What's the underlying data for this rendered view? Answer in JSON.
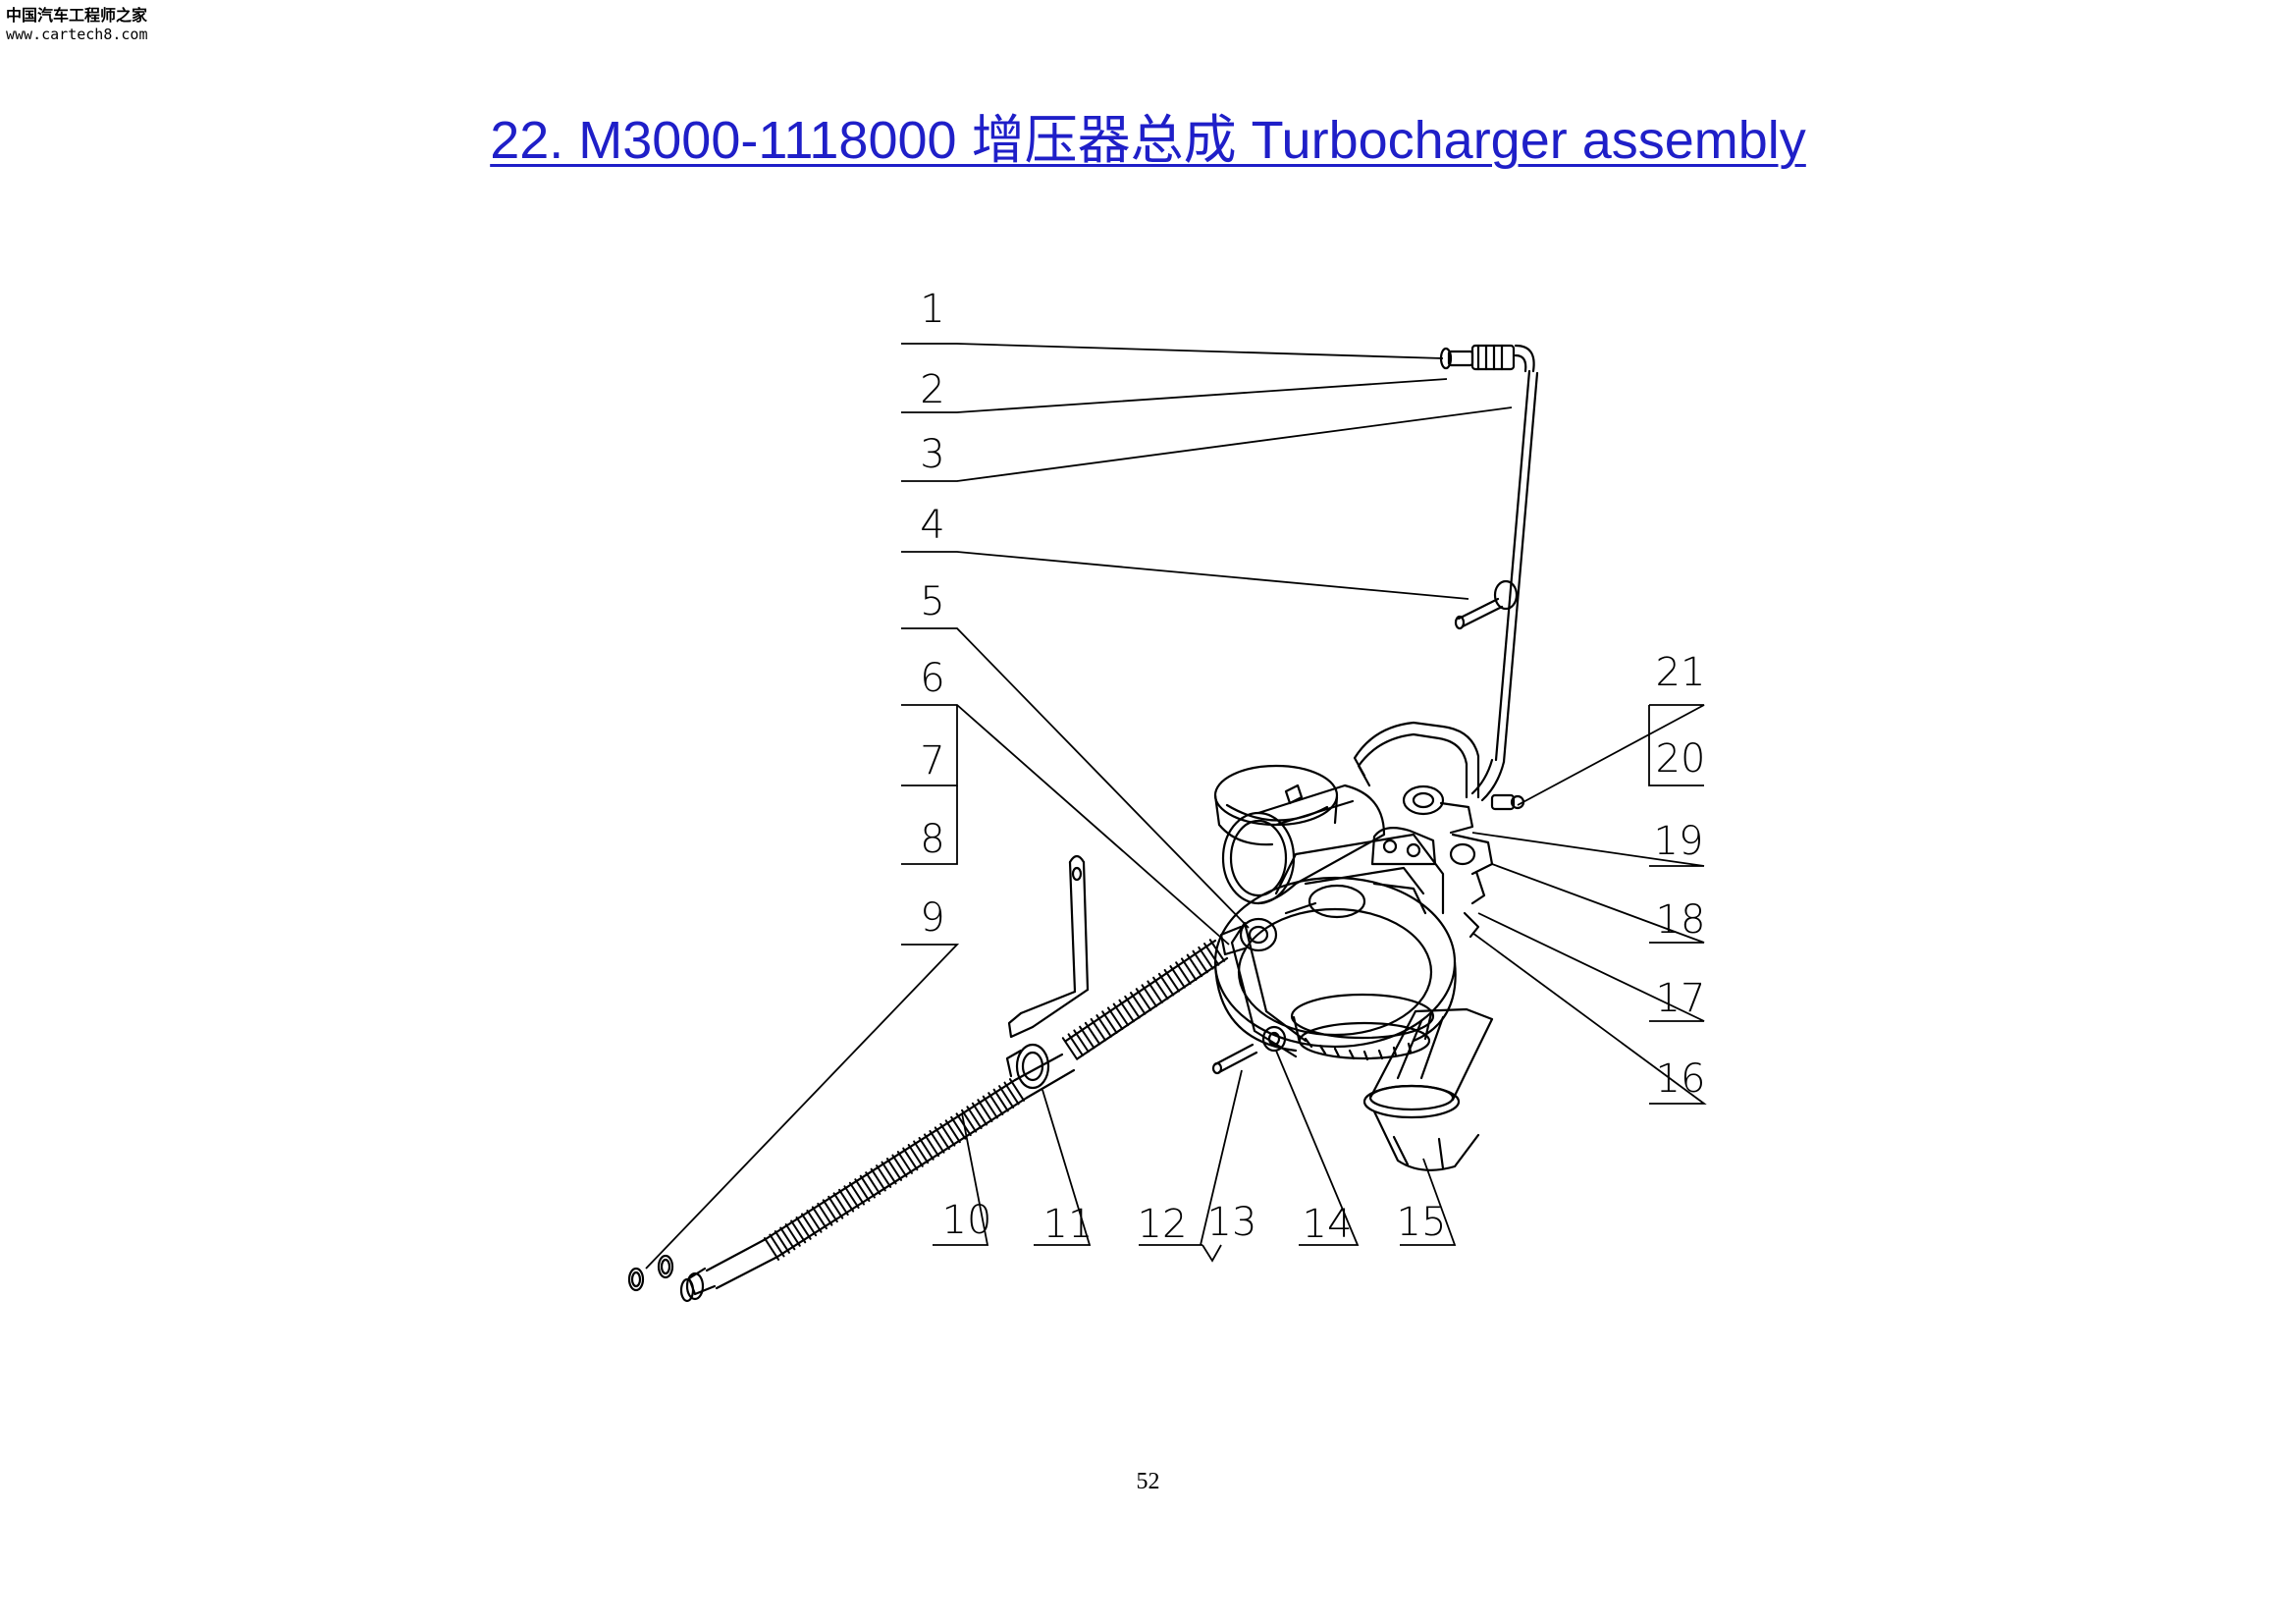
{
  "watermark": {
    "name": "中国汽车工程师之家",
    "url": "www.cartech8.com"
  },
  "title": "22. M3000-1118000  增压器总成 Turbocharger assembly",
  "page_number": "52",
  "callouts": [
    "1",
    "2",
    "3",
    "4",
    "5",
    "6",
    "7",
    "8",
    "9",
    "10",
    "11",
    "12",
    "13",
    "14",
    "15",
    "16",
    "17",
    "18",
    "19",
    "20",
    "21"
  ]
}
